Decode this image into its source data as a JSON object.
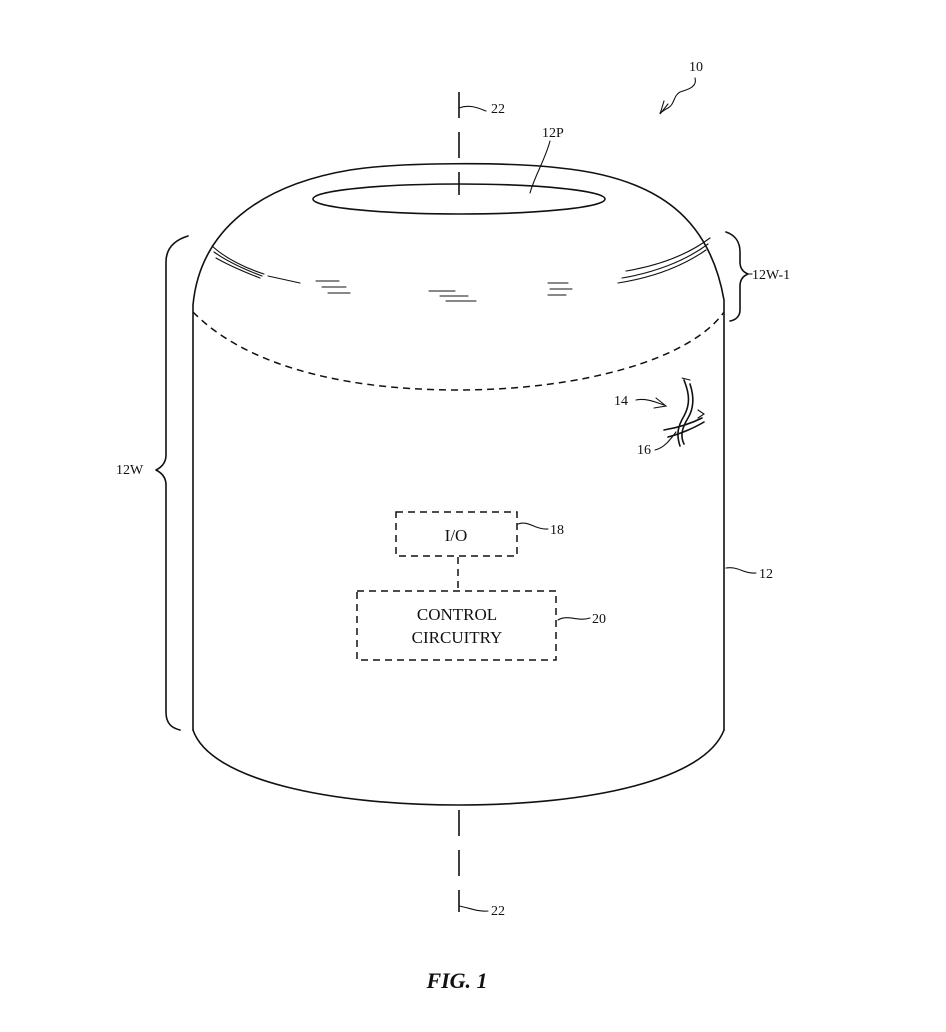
{
  "figure": {
    "caption": "FIG. 1",
    "refs": {
      "device": "10",
      "housing": "12",
      "housing_top": "12P",
      "housing_wall": "12W",
      "wall_upper_portion": "12W-1",
      "fabric": "14",
      "strand": "16",
      "io": "18",
      "control": "20",
      "axis_top": "22",
      "axis_bottom": "22"
    },
    "boxes": {
      "io_text": "I/O",
      "control_line1": "CONTROL",
      "control_line2": "CIRCUITRY"
    }
  }
}
